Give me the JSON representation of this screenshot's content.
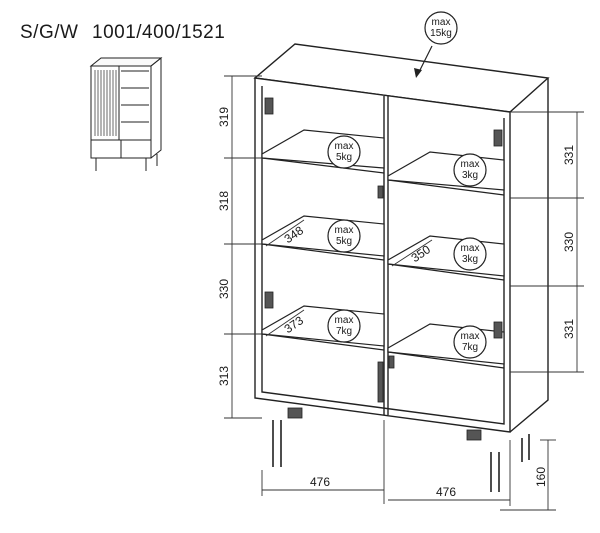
{
  "header": {
    "code": "S/G/W",
    "dimensions": "1001/400/1521"
  },
  "load_labels": {
    "top": {
      "line1": "max",
      "line2": "15kg"
    },
    "left_shelf_1": {
      "line1": "max",
      "line2": "5kg"
    },
    "left_shelf_2": {
      "line1": "max",
      "line2": "5kg"
    },
    "left_shelf_3": {
      "line1": "max",
      "line2": "7kg"
    },
    "right_shelf_1": {
      "line1": "max",
      "line2": "3kg"
    },
    "right_shelf_2": {
      "line1": "max",
      "line2": "3kg"
    },
    "right_shelf_3": {
      "line1": "max",
      "line2": "7kg"
    }
  },
  "dimensions": {
    "left_heights": [
      "319",
      "318",
      "330",
      "313"
    ],
    "right_heights": [
      "331",
      "330",
      "331"
    ],
    "left_shelf_depths": [
      "348",
      "373"
    ],
    "right_shelf_depth": "350",
    "bottom_widths": [
      "476",
      "476"
    ],
    "leg_height": "160"
  }
}
